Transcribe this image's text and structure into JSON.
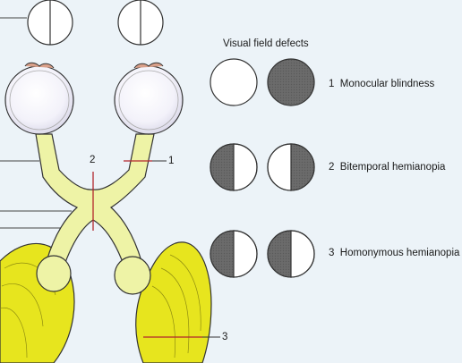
{
  "header": {
    "title": "Visual field defects"
  },
  "defects": [
    {
      "number": "1",
      "name": "Monocular blindness"
    },
    {
      "number": "2",
      "name": "Bitemporal hemianopia"
    },
    {
      "number": "3",
      "name": "Homonymous hemianopia"
    }
  ],
  "pointer_labels": {
    "one": "1",
    "two": "2",
    "three": "3"
  },
  "colors": {
    "background": "#ecf3f8",
    "pathway_fill": "#eef3a6",
    "radiation_fill": "#e7e51e",
    "defect_fill": "#676767",
    "lesion_line": "#b3262c"
  }
}
